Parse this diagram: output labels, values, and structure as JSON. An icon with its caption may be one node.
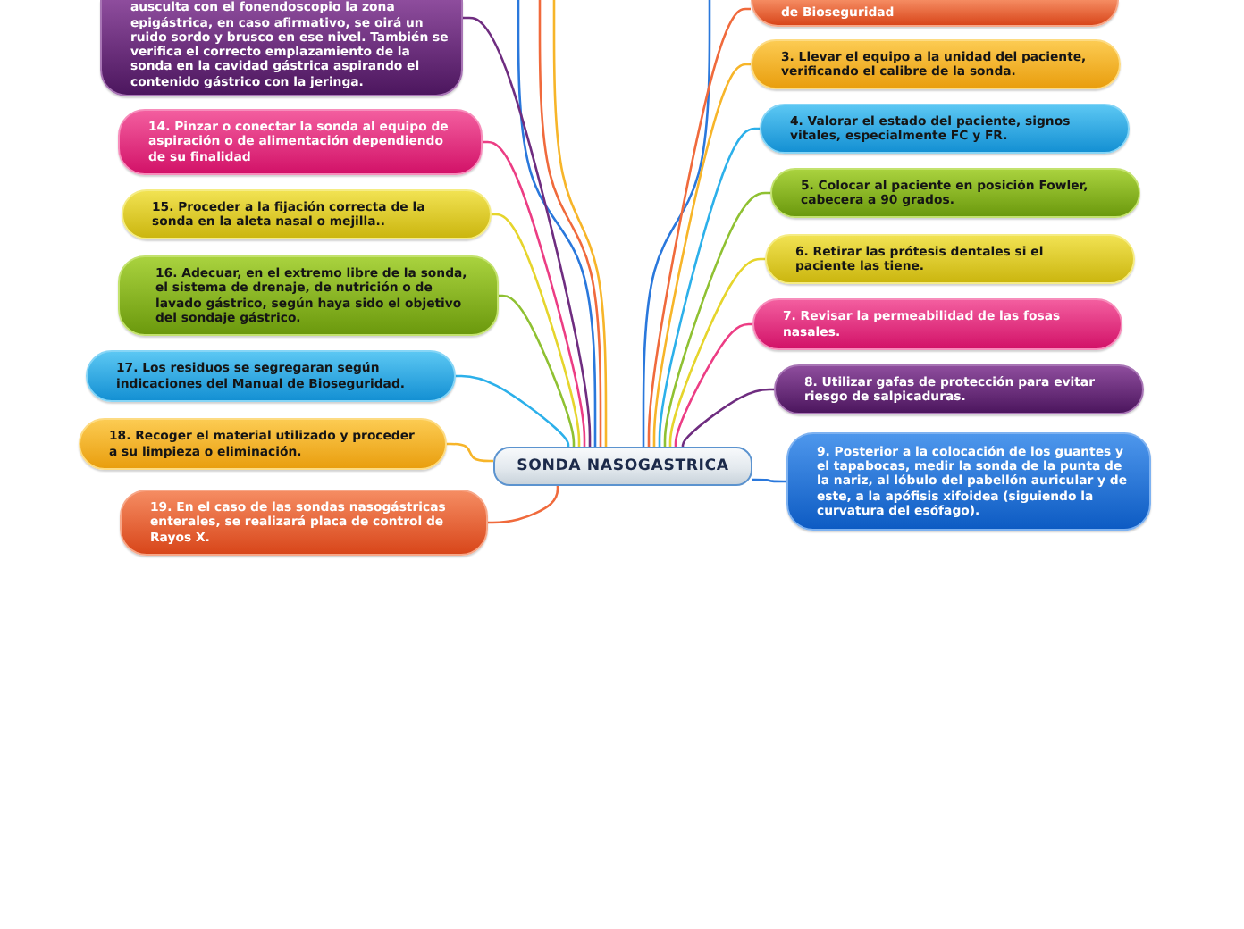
{
  "diagram": {
    "nodes": [
      {
        "text": [
          "SONDA NASOGASTRICA"
        ]
      },
      {
        "text": [
          "de Bioseguridad"
        ]
      },
      {
        "text": [
          "3. Llevar el equipo a la unidad del paciente, verificando el calibre de la sonda."
        ]
      },
      {
        "text": [
          "4. Valorar el estado del paciente, signos vitales, especialmente FC y FR."
        ]
      },
      {
        "text": [
          "5. Colocar al paciente en posición Fowler, cabecera a 90 grados."
        ]
      },
      {
        "text": [
          "6. Retirar las prótesis dentales si el paciente las tiene."
        ]
      },
      {
        "text": [
          "7. Revisar la permeabilidad de las fosas nasales."
        ]
      },
      {
        "text": [
          "8. Utilizar gafas de protección para evitar riesgo de salpicaduras."
        ]
      },
      {
        "text": [
          "9. Posterior a la colocación de los guantes y el tapabocas, medir la sonda de la punta de la nariz, al lóbulo del pabellón auricular y de este, a la apófisis xifoidea (siguiendo la curvatura del esófago)."
        ]
      },
      {
        "text": [
          "ausculta con el fonendoscopio la zona epigástrica, en caso afirmativo, se oirá un ruido sordo y brusco en ese nivel. También se verifica el correcto emplazamiento de la sonda en la cavidad gástrica aspirando el contenido gástrico con la jeringa."
        ]
      },
      {
        "text": [
          "14. Pinzar o conectar la sonda al equipo de aspiración o de alimentación dependiendo de su finalidad"
        ]
      },
      {
        "text": [
          "15. Proceder a la fijación correcta de la sonda en la aleta nasal o mejilla.."
        ]
      },
      {
        "text": [
          "16. Adecuar, en el extremo libre de la sonda, el sistema de drenaje, de nutrición o de lavado gástrico, según haya sido el objetivo del sondaje gástrico."
        ]
      },
      {
        "text": [
          "17. Los residuos se segregaran según indicaciones del Manual de Bioseguridad."
        ]
      },
      {
        "text": [
          "18. Recoger el material utilizado y proceder a su limpieza o eliminación."
        ]
      },
      {
        "text": [
          "19. En el caso de las sondas nasogástricas enterales, se realizará placa de control de Rayos X."
        ]
      }
    ],
    "edges": [
      {
        "from": 0,
        "to": null,
        "arrow": "none",
        "color": "#2a78dc"
      },
      {
        "from": 0,
        "to": 1,
        "arrow": "none",
        "color": "#f06a3c"
      },
      {
        "from": 0,
        "to": 2,
        "arrow": "none",
        "color": "#f7b529"
      },
      {
        "from": 0,
        "to": 3,
        "arrow": "none",
        "color": "#2cb0ea"
      },
      {
        "from": 0,
        "to": 4,
        "arrow": "none",
        "color": "#8fc132"
      },
      {
        "from": 0,
        "to": 5,
        "arrow": "none",
        "color": "#e6d52c"
      },
      {
        "from": 0,
        "to": 6,
        "arrow": "none",
        "color": "#ec3d84"
      },
      {
        "from": 0,
        "to": 7,
        "arrow": "none",
        "color": "#6f2d80"
      },
      {
        "from": 0,
        "to": 8,
        "arrow": "none",
        "color": "#2a78dc"
      },
      {
        "from": 0,
        "to": null,
        "arrow": "none",
        "color": "#2a78dc"
      },
      {
        "from": 0,
        "to": null,
        "arrow": "none",
        "color": "#f06a3c"
      },
      {
        "from": 0,
        "to": null,
        "arrow": "none",
        "color": "#f7b529"
      },
      {
        "from": 0,
        "to": 9,
        "arrow": "none",
        "color": "#6f2d80"
      },
      {
        "from": 0,
        "to": 10,
        "arrow": "none",
        "color": "#ec3d84"
      },
      {
        "from": 0,
        "to": 11,
        "arrow": "none",
        "color": "#e6d52c"
      },
      {
        "from": 0,
        "to": 12,
        "arrow": "none",
        "color": "#8fc132"
      },
      {
        "from": 0,
        "to": 13,
        "arrow": "none",
        "color": "#2cb0ea"
      },
      {
        "from": 0,
        "to": 14,
        "arrow": "none",
        "color": "#f7b529"
      },
      {
        "from": 0,
        "to": 15,
        "arrow": "none",
        "color": "#f06a3c"
      }
    ]
  }
}
